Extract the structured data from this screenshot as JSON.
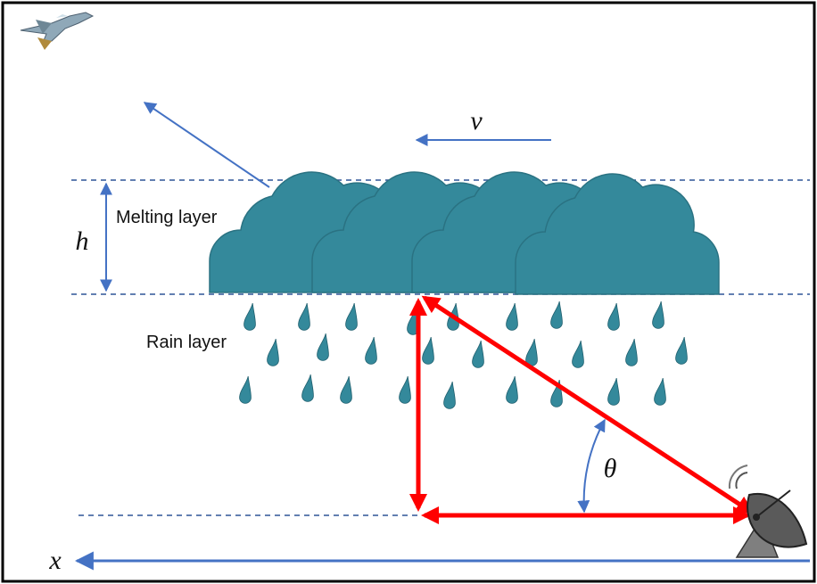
{
  "labels": {
    "velocity": "v",
    "height": "h",
    "melting_layer": "Melting layer",
    "rain_layer": "Rain layer",
    "angle": "θ",
    "x_axis": "x"
  },
  "icons": {
    "aircraft": "fighter-jet-icon",
    "radar": "radar-dish-icon"
  },
  "colors": {
    "cloud": "#34899b",
    "raindrop": "#34899b",
    "blue_line": "#4472c4",
    "red_arrow": "#ff0000",
    "border": "#000000"
  }
}
